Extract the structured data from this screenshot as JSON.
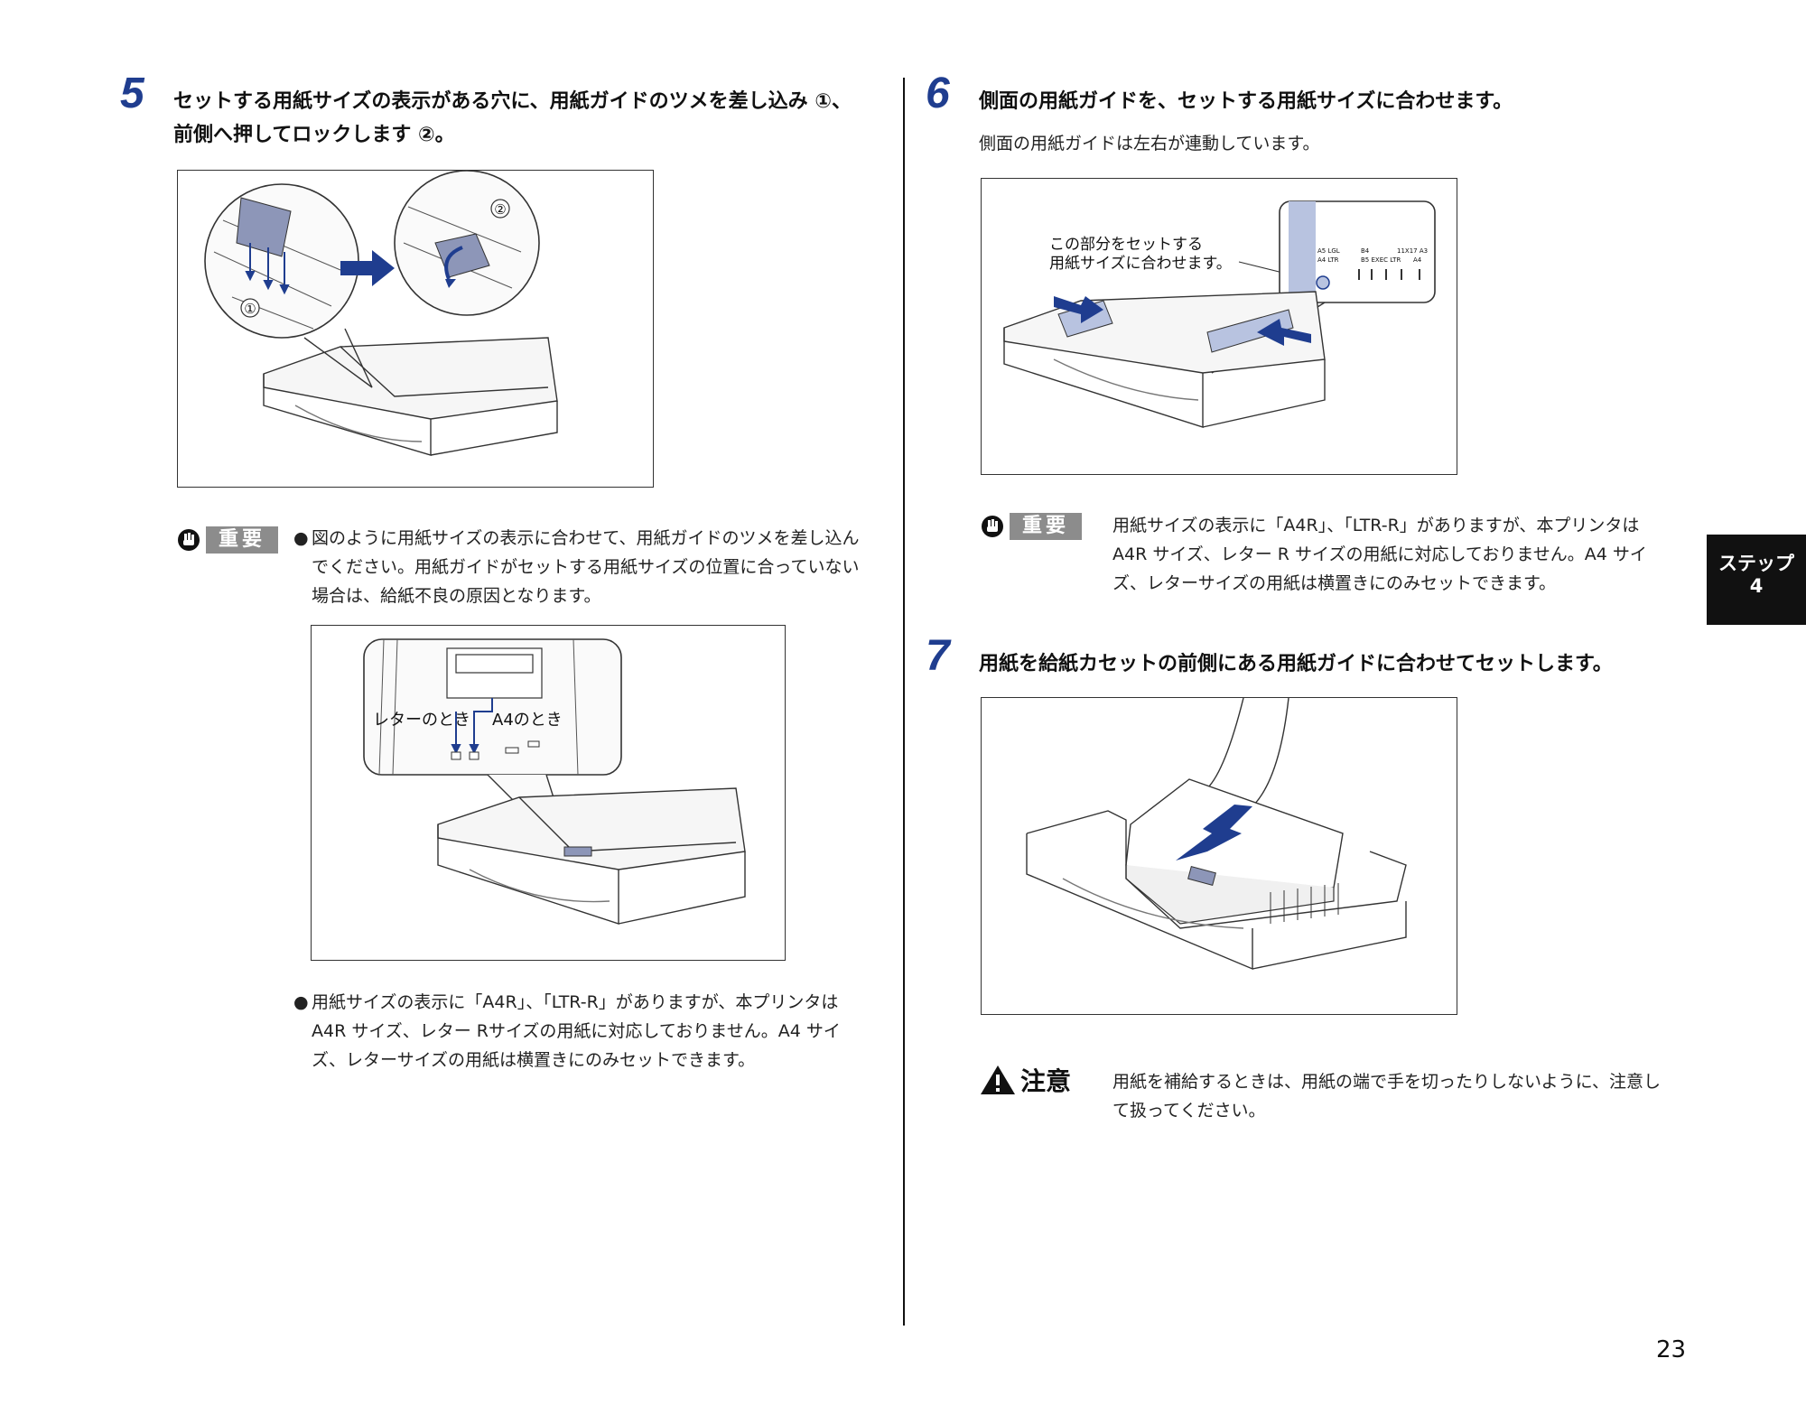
{
  "step5": {
    "number": "5",
    "title_line1": "セットする用紙サイズの表示がある穴に、用紙ガイドのツメを差し込み ①、",
    "title_line2": "前側へ押してロックします ②。",
    "figure_labels": {
      "circle1": "①",
      "circle2": "②"
    }
  },
  "important_badge": "重要",
  "step5_note": {
    "bullet": "●",
    "lines": [
      "図のように用紙サイズの表示に合わせて、用紙ガイドのツメを差し込ん",
      "でください。用紙ガイドがセットする用紙サイズの位置に合っていない",
      "場合は、給紙不良の原因となります。"
    ],
    "figure_labels": {
      "letter": "レターのとき",
      "a4": "A4のとき"
    },
    "bullet2_lines": [
      "用紙サイズの表示に「A4R」、「LTR-R」がありますが、本プリンタは",
      "A4R サイズ、レター Rサイズの用紙に対応しておりません。A4 サイ",
      "ズ、レターサイズの用紙は横置きにのみセットできます。"
    ]
  },
  "step6": {
    "number": "6",
    "title": "側面の用紙ガイドを、セットする用紙サイズに合わせます。",
    "description": "側面の用紙ガイドは左右が連動しています。",
    "figure_labels": {
      "callout_line1": "この部分をセットする",
      "callout_line2": "用紙サイズに合わせます。",
      "scale_a5": "A5 LGL",
      "scale_a4": "A4 LTR",
      "scale_b4": "B4",
      "scale_b5": "B5 EXEC LTR",
      "scale_11x17": "11X17 A3",
      "scale_a4b": "A4"
    },
    "note_lines": [
      "用紙サイズの表示に「A4R」、「LTR-R」がありますが、本プリンタは",
      "A4R サイズ、レター R サイズの用紙に対応しておりません。A4 サイ",
      "ズ、レターサイズの用紙は横置きにのみセットできます。"
    ]
  },
  "step7": {
    "number": "7",
    "title": "用紙を給紙カセットの前側にある用紙ガイドに合わせてセットします。",
    "caution_label": "注意",
    "caution_lines": [
      "用紙を補給するときは、用紙の端で手を切ったりしないように、注意し",
      "て扱ってください。"
    ]
  },
  "side_tab": {
    "line1": "ステップ",
    "line2": "4"
  },
  "page_number": "23",
  "colors": {
    "accent_blue": "#1f3d8f",
    "guide_blue": "#b8c3e0",
    "badge_gray": "#8c8c8c"
  }
}
